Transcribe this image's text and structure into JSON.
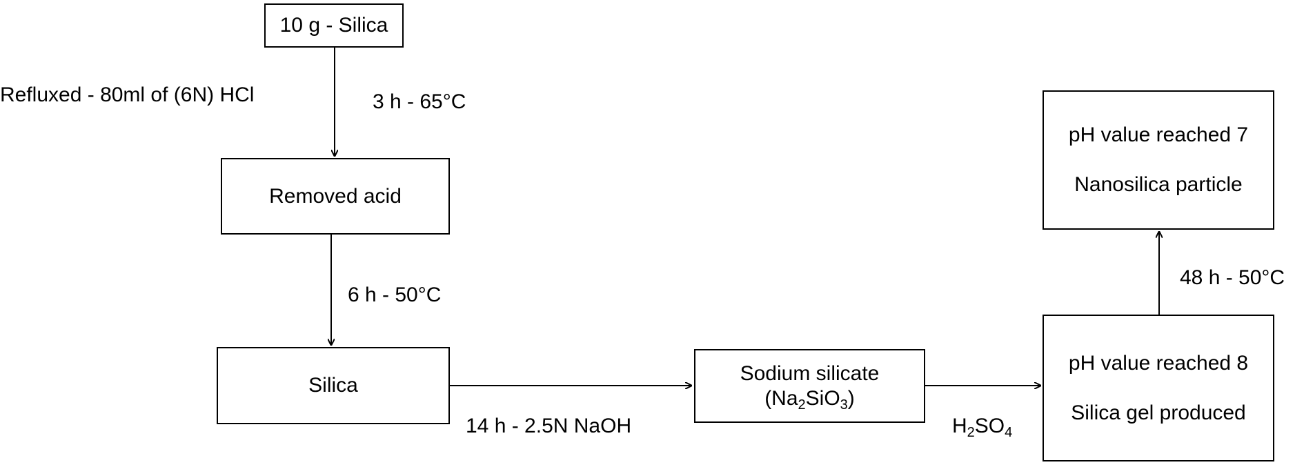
{
  "nodes": {
    "start": {
      "text": "10 g - Silica"
    },
    "removed_acid": {
      "text": "Removed acid"
    },
    "silica": {
      "text": "Silica"
    },
    "sodium_silicate": {
      "line1": "Sodium silicate",
      "formula_parts": [
        "(Na",
        "2",
        "SiO",
        "3",
        ")"
      ]
    },
    "gel": {
      "line1": "pH value reached 8",
      "line2": "Silica gel produced"
    },
    "nano": {
      "line1": "pH value reached 7",
      "line2": "Nanosilica particle"
    }
  },
  "edges": {
    "reflux_label": "Refluxed - 80ml of (6N) HCl",
    "step1": "3 h - 65°C",
    "step2": "6 h - 50°C",
    "step3": "14 h - 2.5N NaOH",
    "step4_parts": [
      "H",
      "2",
      "SO",
      "4"
    ],
    "step5": "48 h - 50°C"
  }
}
